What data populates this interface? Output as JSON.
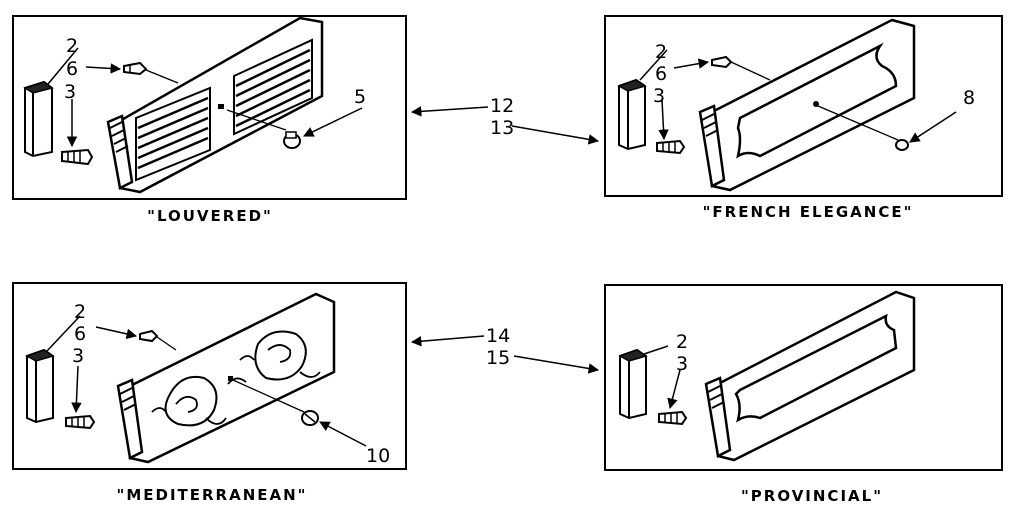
{
  "panels": {
    "louvered": {
      "caption": "\"LOUVERED\"",
      "callouts": [
        "2",
        "6",
        "3",
        "5"
      ]
    },
    "french": {
      "caption": "\"FRENCH ELEGANCE\"",
      "callouts": [
        "2",
        "6",
        "3",
        "8"
      ]
    },
    "mediterranean": {
      "caption": "\"MEDITERRANEAN\"",
      "callouts": [
        "2",
        "6",
        "3",
        "10"
      ]
    },
    "provincial": {
      "caption": "\"PROVINCIAL\"",
      "callouts": [
        "2",
        "3"
      ]
    }
  },
  "shared_callouts": {
    "top": [
      "12",
      "13"
    ],
    "bottom": [
      "14",
      "15"
    ]
  }
}
